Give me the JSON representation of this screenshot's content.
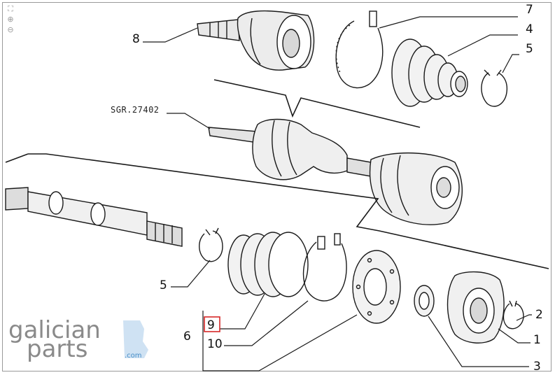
{
  "callouts": {
    "c1": "1",
    "c2": "2",
    "c3": "3",
    "c4": "4",
    "c5_top": "5",
    "c5_bottom": "5",
    "c6": "6",
    "c7": "7",
    "c8": "8",
    "c9": "9",
    "c10": "10"
  },
  "reference": "SGR.27402",
  "logo": {
    "line1": "galician",
    "line2": "parts",
    "domain": ".com"
  },
  "zoom_tools": [
    {
      "name": "fit-icon",
      "glyph": "⛶"
    },
    {
      "name": "zoom-in-icon",
      "glyph": "⊕"
    },
    {
      "name": "zoom-out-icon",
      "glyph": "⊖"
    }
  ],
  "colors": {
    "highlight": "#d62828",
    "logo_blue": "#4a90c8",
    "line": "#1a1a1a"
  }
}
